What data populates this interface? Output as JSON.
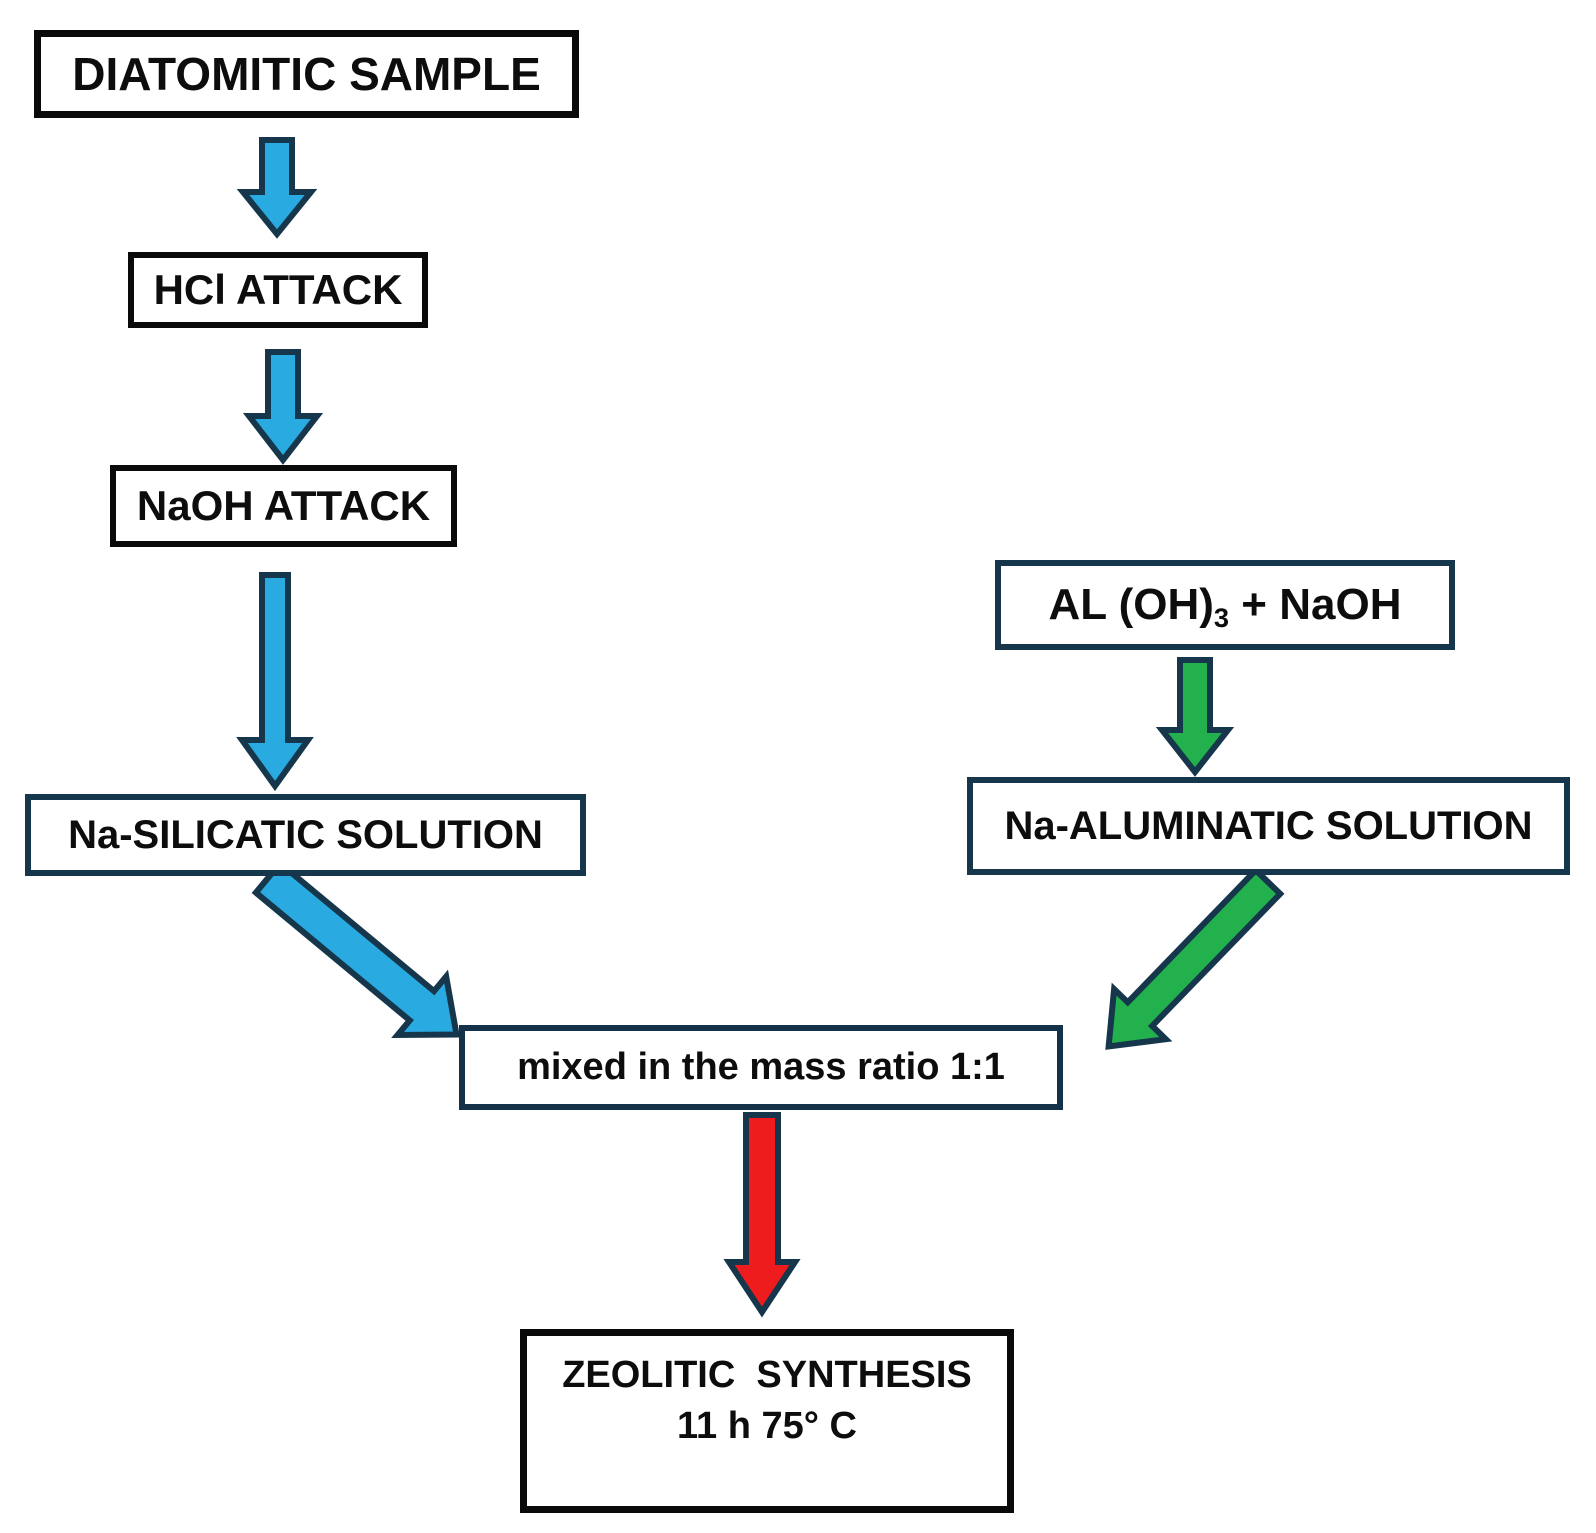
{
  "colors": {
    "blue_arrow": "#29ABE2",
    "green_arrow": "#22B14C",
    "red_arrow": "#EE1C1C",
    "arrow_outline": "#15364B",
    "box_border_dark": "#0A0A0A",
    "box_border_navy": "#15364B",
    "text": "#0D0D0D",
    "background": "#FFFFFF"
  },
  "diagram": {
    "nodes": {
      "diatomitic": {
        "label": "DIATOMITIC SAMPLE"
      },
      "hcl": {
        "label": "HCl ATTACK"
      },
      "naoh": {
        "label": "NaOH ATTACK"
      },
      "silicatic": {
        "label": "Na-SILICATIC SOLUTION"
      },
      "aloh": {
        "pre": "AL (OH)",
        "sub": "3",
        "post": " + NaOH"
      },
      "aluminatic": {
        "label": "Na-ALUMINATIC SOLUTION"
      },
      "mixed": {
        "label": "mixed in the mass ratio 1:1"
      },
      "zeolitic": {
        "line1": "ZEOLITIC  SYNTHESIS",
        "line2": "11 h 75° C"
      }
    },
    "edges": [
      {
        "from": "DIATOMITIC SAMPLE",
        "to": "HCl ATTACK",
        "color": "blue",
        "direction": "down"
      },
      {
        "from": "HCl ATTACK",
        "to": "NaOH ATTACK",
        "color": "blue",
        "direction": "down"
      },
      {
        "from": "NaOH ATTACK",
        "to": "Na-SILICATIC SOLUTION",
        "color": "blue",
        "direction": "down"
      },
      {
        "from": "Na-SILICATIC SOLUTION",
        "to": "mixed in the mass ratio 1:1",
        "color": "blue",
        "direction": "down-right"
      },
      {
        "from": "AL (OH)3 + NaOH",
        "to": "Na-ALUMINATIC SOLUTION",
        "color": "green",
        "direction": "down"
      },
      {
        "from": "Na-ALUMINATIC SOLUTION",
        "to": "mixed in the mass ratio 1:1",
        "color": "green",
        "direction": "down-left"
      },
      {
        "from": "mixed in the mass ratio 1:1",
        "to": "ZEOLITIC SYNTHESIS 11 h 75° C",
        "color": "red",
        "direction": "down"
      }
    ]
  }
}
